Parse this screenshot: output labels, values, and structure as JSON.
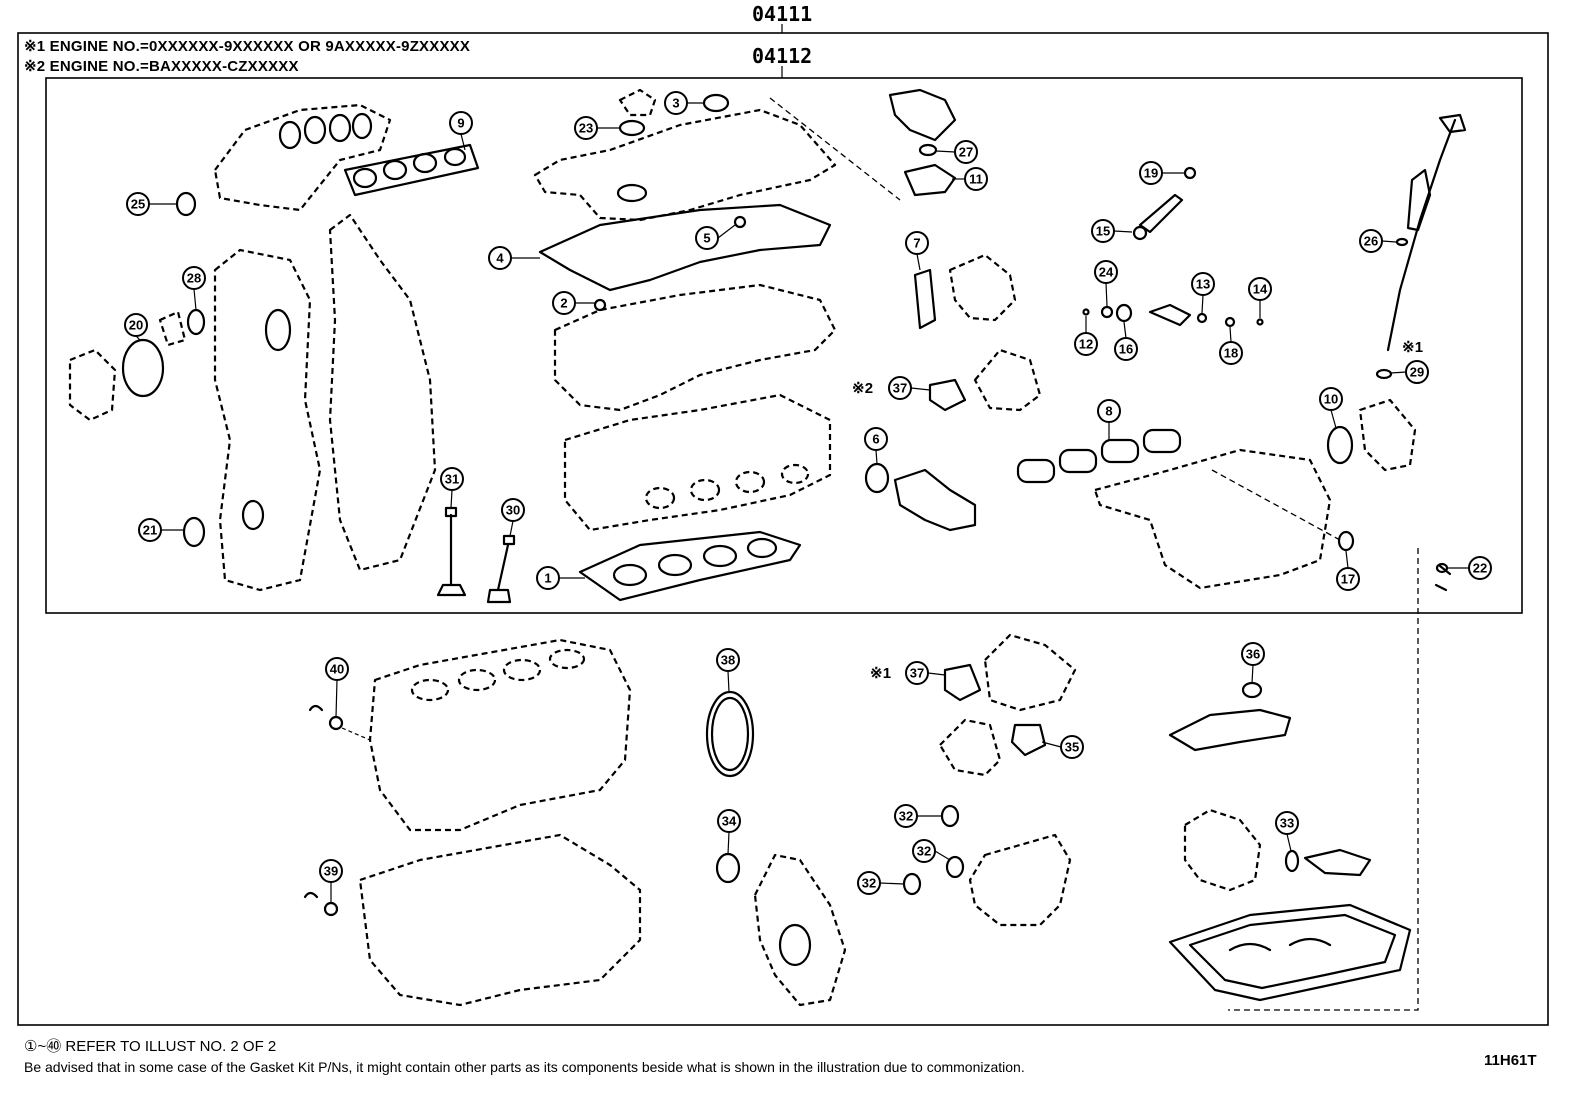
{
  "kit_outer_code": "04111",
  "kit_inner_code": "04112",
  "notes": [
    "※1 ENGINE NO.=0XXXXXX-9XXXXXX OR 9AXXXXX-9ZXXXXX",
    "※2 ENGINE NO.=BAXXXXX-CZXXXXX"
  ],
  "refer_note": "①~㊵ REFER TO ILLUST NO. 2 OF 2",
  "disclaimer": "Be advised that in some case of the Gasket Kit P/Ns, it might contain other parts as its components beside what is shown in the illustration due to commonization.",
  "illustration_id": "11H61T",
  "markers": {
    "engine_1": "※1",
    "engine_2": "※2"
  },
  "callouts": [
    "1",
    "2",
    "3",
    "4",
    "5",
    "6",
    "7",
    "8",
    "9",
    "10",
    "11",
    "12",
    "13",
    "14",
    "15",
    "16",
    "17",
    "18",
    "19",
    "20",
    "21",
    "22",
    "23",
    "24",
    "25",
    "26",
    "27",
    "28",
    "29",
    "30",
    "31",
    "32",
    "32",
    "32",
    "33",
    "34",
    "35",
    "36",
    "37",
    "37",
    "38",
    "39",
    "40"
  ]
}
